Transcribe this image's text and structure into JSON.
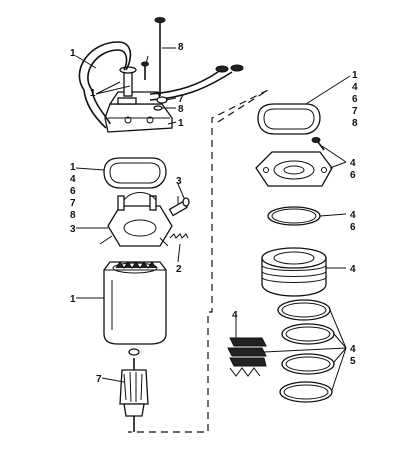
{
  "callouts": {
    "hose_top": "1",
    "hose_under": "1",
    "screw_long": "8",
    "washer_7": "7",
    "screw_8": "8",
    "cap_1": "1",
    "gasket_left": [
      "1",
      "4",
      "6",
      "7",
      "8"
    ],
    "brush_3": "3",
    "spring_2": "2",
    "brushplate_3": "3",
    "frame_1": "1",
    "armature_7": "7",
    "gasket_right": [
      "1",
      "4",
      "6",
      "7",
      "8"
    ],
    "housing": [
      "4",
      "6"
    ],
    "oring": [
      "4",
      "6"
    ],
    "piston": "4",
    "rings_4": "4",
    "rings_45": [
      "4",
      "5"
    ]
  }
}
